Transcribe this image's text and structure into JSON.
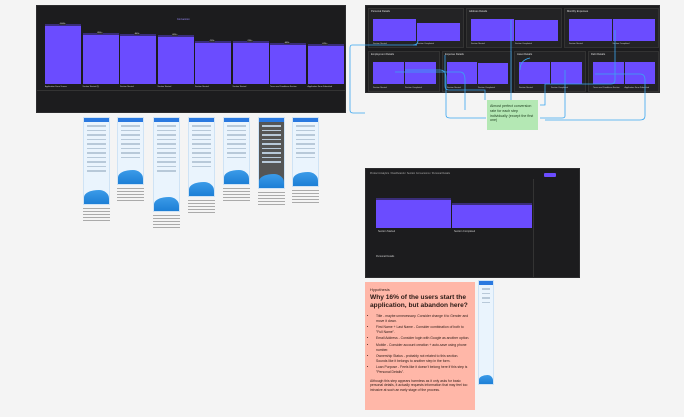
{
  "funnel_chart": {
    "legend": "Conversion",
    "steps": [
      {
        "label": "Application Form Screen",
        "value": 100
      },
      {
        "label": "Section Started (1)",
        "value": 85
      },
      {
        "label": "Section Started",
        "value": 84
      },
      {
        "label": "Section Started",
        "value": 82
      },
      {
        "label": "Section Started",
        "value": 72
      },
      {
        "label": "Section Started",
        "value": 71
      },
      {
        "label": "Terms and Conditions Section",
        "value": 68
      },
      {
        "label": "Application Form Submitted",
        "value": 67
      }
    ],
    "bar_color": "#6b4cff"
  },
  "dashboard": {
    "panels": [
      {
        "title": "Personal Details",
        "steps": [
          "Section Started",
          "Section Completed"
        ],
        "values": [
          100,
          80
        ]
      },
      {
        "title": "Address Details",
        "steps": [
          "Section Started",
          "Section Completed"
        ],
        "values": [
          100,
          97
        ]
      },
      {
        "title": "Monthly Expenses",
        "steps": [
          "Section Started",
          "Section Completed"
        ],
        "values": [
          100,
          98
        ]
      },
      {
        "title": "Employment Details",
        "steps": [
          "Section Started",
          "Section Completed"
        ],
        "values": [
          100,
          98
        ]
      },
      {
        "title": "Expense Details",
        "steps": [
          "Section Started",
          "Section Completed"
        ],
        "values": [
          100,
          97
        ]
      },
      {
        "title": "Asset Details",
        "steps": [
          "Section Started",
          "Section Completed"
        ],
        "values": [
          100,
          98
        ]
      },
      {
        "title": "Debt Details",
        "steps": [
          "Terms and Conditions Section",
          "Application Form Submitted"
        ],
        "values": [
          100,
          98
        ]
      }
    ]
  },
  "insight_screen": {
    "breadcrumb": "Product Analytics / Dashboards / Section Conversions / Personal Details",
    "steps": [
      "Section Started",
      "Section Completed"
    ],
    "values": [
      100,
      80
    ],
    "row_label": "Personal Details"
  },
  "green_note": "Almost perfect conversion rate for each step individually (except the first one)",
  "hypothesis": {
    "label": "Hypothesis",
    "title": "Why 16% of the users start the application, but abandon here?",
    "points": [
      "Title - maybe unnecessary. Consider change it to Gender and move it down.",
      "First Name + Last Name - Consider combination of both to \"Full Name\".",
      "Email Address - Consider login with Google as another option.",
      "Mobile - Consider account creation + auto-save using phone number.",
      "Ownership Status - probably not related to this section. Sounds like it belongs to another step in the form.",
      "Loan Purpose - Feels like it doesn't belong here if this step is \"Personal Details\"."
    ],
    "footer": "Although this step appears harmless as it only asks for basic personal details, it actually requests information that may feel too intrusive at such an early stage of the process."
  },
  "colors": {
    "accent": "#6b4cff",
    "connector": "#3aa6f0",
    "note_pink": "#ffb7a8",
    "note_green": "#b4e8b4"
  }
}
